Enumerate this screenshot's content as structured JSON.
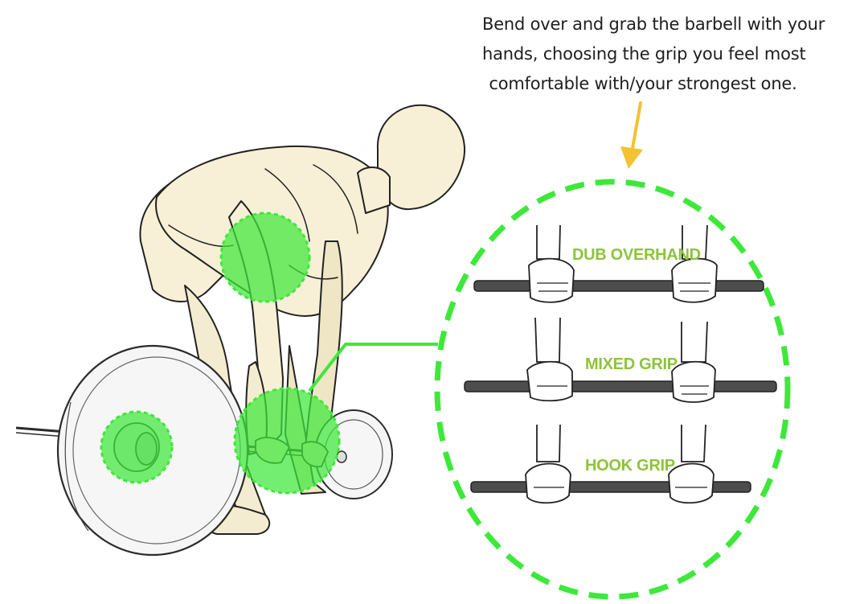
{
  "instruction": {
    "line1": "Bend over and grab the barbell with your",
    "line2": "hands, choosing the grip you feel most",
    "line3": "comfortable with/your strongest one."
  },
  "grips": [
    {
      "label": "DUB OVERHAND"
    },
    {
      "label": "MIXED GRIP"
    },
    {
      "label": "HOOK GRIP"
    }
  ],
  "colors": {
    "highlight": "#3ee83a",
    "arrow": "#f2c230",
    "label": "#8cc43a",
    "skin": "#f7f0d6"
  }
}
